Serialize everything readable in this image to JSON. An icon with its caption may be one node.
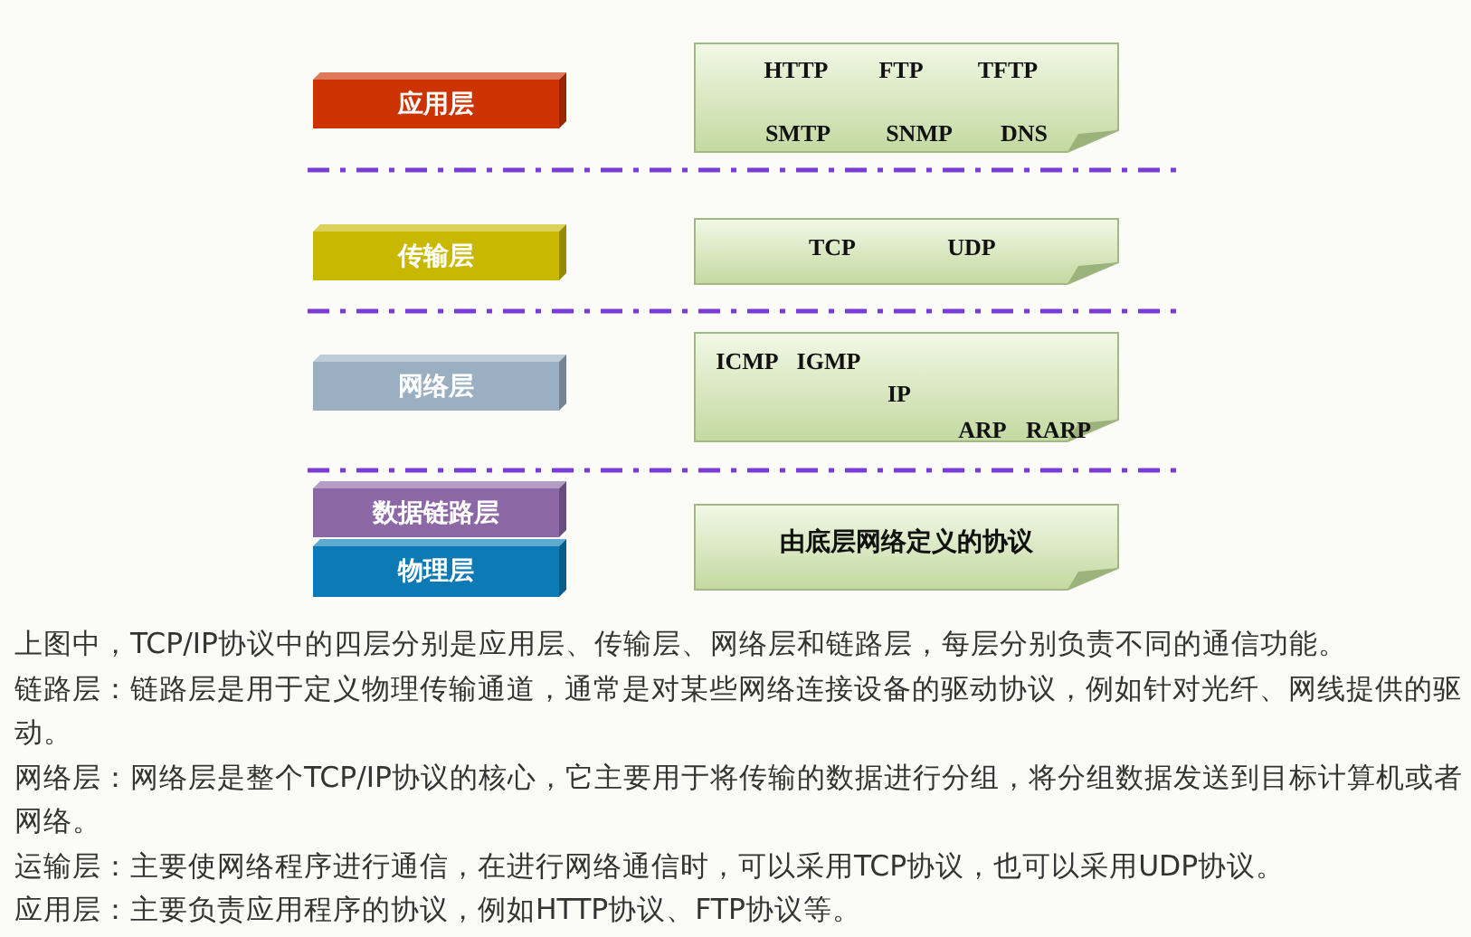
{
  "diagram": {
    "nodes": [
      {
        "text": [
          "应用层"
        ]
      },
      {
        "text": [
          "传输层"
        ]
      },
      {
        "text": [
          "网络层"
        ]
      },
      {
        "text": [
          "数据链路层"
        ]
      },
      {
        "text": [
          "物理层"
        ]
      },
      {
        "text": [
          "HTTP",
          "FTP",
          "TFTP",
          "SMTP",
          "SNMP",
          "DNS"
        ]
      },
      {
        "text": [
          "TCP",
          "UDP"
        ]
      },
      {
        "text": [
          "ICMP",
          "IGMP",
          "IP",
          "ARP",
          "RARP"
        ]
      },
      {
        "text": [
          "由底层网络定义的协议"
        ]
      }
    ],
    "labels": [
      "上图中，TCP/IP协议中的四层分别是应用层、传输层、网络层和链路层，每层分别负责不同的通信功能。",
      "链路层：链路层是用于定义物理传输通道，通常是对某些网络连接设备的驱动协议，例如针对光纤、网线提供的驱动。",
      "网络层：网络层是整个TCP/IP协议的核心，它主要用于将传输的数据进行分组，将分组数据发送到目标计算机或者网络。",
      "运输层：主要使网络程序进行通信，在进行网络通信时，可以采用TCP协议，也可以采用UDP协议。",
      "应用层：主要负责应用程序的协议，例如HTTP协议、FTP协议等。"
    ]
  }
}
